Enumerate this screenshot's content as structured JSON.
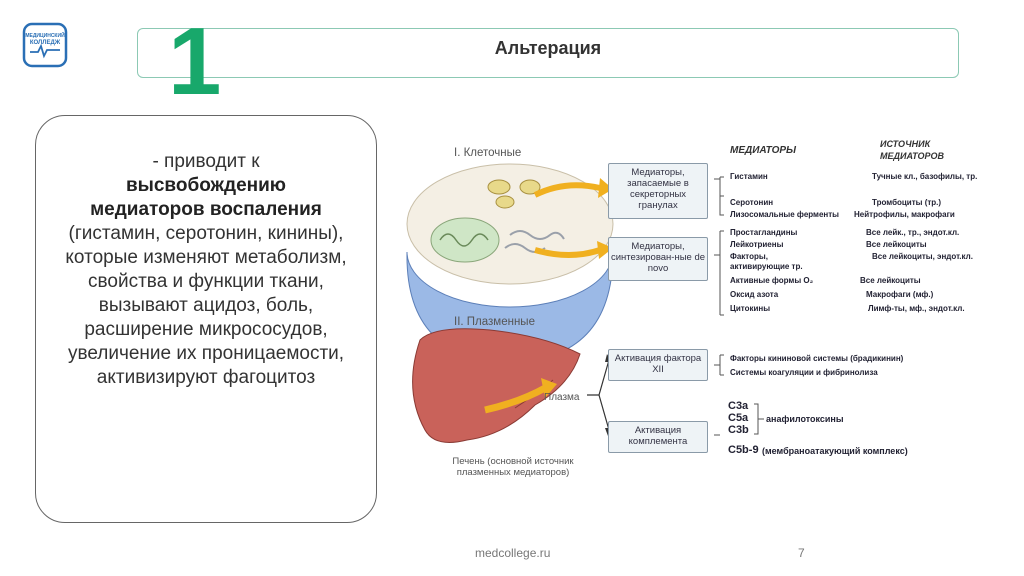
{
  "logo": {
    "text": "МЕДИЦИНСКИЙ КОЛЛЕДЖ"
  },
  "header": {
    "number": "1",
    "title": "Альтерация"
  },
  "panel": {
    "line1": "- приводит к",
    "bold1": "высвобождению",
    "bold2": "медиаторов воспаления",
    "rest": "(гистамин, серотонин, кинины), которые изменяют метаболизм, свойства и функции ткани, вызывают ацидоз, боль, расширение микрососудов, увеличение их проницаемости, активизируют фагоцитоз"
  },
  "diagram": {
    "cell_label": "I. Клеточные",
    "plasma_label": "II. Плазменные",
    "plasma_word": "Плазма",
    "liver_caption": "Печень (основной источник плазменных медиаторов)",
    "boxes": {
      "stored": "Медиаторы, запасаемые в секреторных гранулах",
      "denovo": "Медиаторы, синтезирован-ные de novo",
      "f12": "Активация фактора XII",
      "complement": "Активация комплемента"
    },
    "col_mediators": "МЕДИАТОРЫ",
    "col_source": "ИСТОЧНИК МЕДИАТОРОВ",
    "stored_rows": [
      {
        "m": "Гистамин",
        "s": "Тучные кл., базофилы, тр."
      },
      {
        "m": "Серотонин",
        "s": "Тромбоциты (тр.)"
      },
      {
        "m": "Лизосомальные ферменты",
        "s": "Нейтрофилы, макрофаги"
      }
    ],
    "denovo_rows": [
      {
        "m": "Простагландины",
        "s": "Все лейк., тр., эндот.кл."
      },
      {
        "m": "Лейкотриены",
        "s": "Все лейкоциты"
      },
      {
        "m": "Факторы, активирующие тр.",
        "s": "Все лейкоциты, эндот.кл."
      },
      {
        "m": "Активные формы O₂",
        "s": "Все лейкоциты"
      },
      {
        "m": "Оксид азота",
        "s": "Макрофаги (мф.)"
      },
      {
        "m": "Цитокины",
        "s": "Лимф-ты, мф., эндот.кл."
      }
    ],
    "f12_rows": [
      "Факторы кининовой системы (брадикинин)",
      "Системы коагуляции и фибринолиза"
    ],
    "c3a": "C3a",
    "c5a": "C5a",
    "c3b": "C3b",
    "c5b9": "C5b-9",
    "anaphylatoxins": "анафилотоксины",
    "mac": "(мембраноатакующий комплекс)"
  },
  "footer": {
    "site": "medcollege.ru",
    "page": "7"
  },
  "colors": {
    "accent": "#18a86b",
    "frame": "#8cc9b4",
    "arrow": "#f0b020"
  }
}
